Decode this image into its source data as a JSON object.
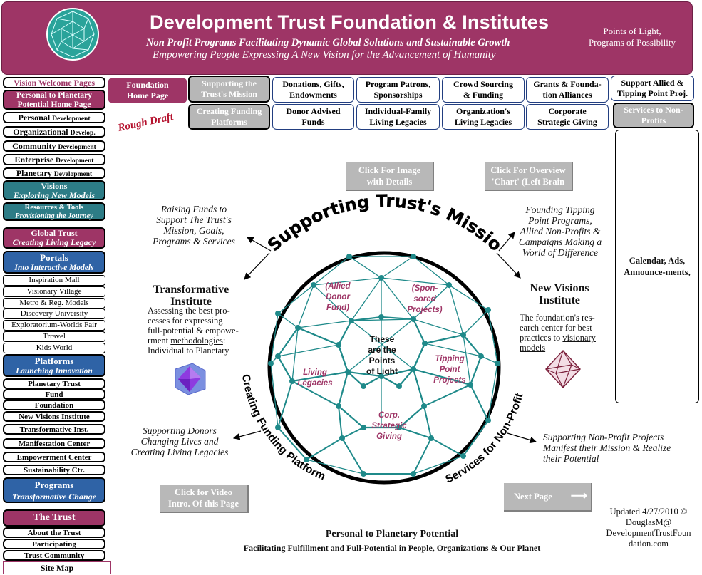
{
  "header": {
    "title": "Development Trust Foundation & Institutes",
    "subtitle1": "Non Profit Programs Facilitating Dynamic Global Solutions and Sustainable Growth",
    "subtitle2": "Empowering People Expressing A New Vision for the Advancement of Humanity",
    "right_line1": "Points of Light,",
    "right_line2": "Programs of Possibility"
  },
  "sidebar": {
    "vision_welcome": "Vision Welcome Pages",
    "personal_planetary_1": "Personal to Planetary",
    "personal_planetary_2": "Potential Home Page",
    "personal_dev": [
      "Personal",
      "Development"
    ],
    "organizational_dev": [
      "Organizational",
      "Develop."
    ],
    "community_dev": [
      "Community",
      "Development"
    ],
    "enterprise_dev": [
      "Enterprise",
      "Development"
    ],
    "planetary_dev": [
      "Planetary",
      "Development"
    ],
    "visions": [
      "Visions",
      "Exploring New Models"
    ],
    "resources": [
      "Resources & Tools",
      "Provisioning the Journey"
    ],
    "global_trust": [
      "Global Trust",
      "Creating Living Legacy"
    ],
    "portals": [
      "Portals",
      "Into Interactive Models"
    ],
    "portal_items": [
      "Inspiration Mall",
      "Visionary Village",
      "Metro & Reg. Models",
      "Discovery University",
      "Exploratorium-Worlds Fair",
      "Trravel",
      "Kids World"
    ],
    "platforms": [
      "Platforms",
      "Launching Innovation"
    ],
    "platform_items": [
      "Planetary Trust",
      "Fund",
      "Foundation",
      "New Visions Institute",
      "Transformative Inst.",
      "Manifestation Center",
      "Empowerment Center",
      "Sustainability Ctr."
    ],
    "programs": [
      "Programs",
      "Transformative Change"
    ],
    "the_trust": "The Trust",
    "trust_items": [
      "About the Trust",
      "Participating",
      "Trust Community"
    ],
    "site_map": "Site Map"
  },
  "topnav": {
    "foundation_home": [
      "Foundation",
      "Home Page"
    ],
    "supporting_mission": [
      "Supporting the",
      "Trust's Mission"
    ],
    "donations": [
      "Donations, Gifts,",
      "Endowments"
    ],
    "program_patrons": [
      "Program Patrons,",
      "Sponsorships"
    ],
    "crowd_sourcing": [
      "Crowd Sourcing",
      "& Funding"
    ],
    "grants": [
      "Grants & Founda-",
      "tion Alliances"
    ],
    "support_allied": [
      "Support Allied  &",
      "Tipping Point Proj."
    ],
    "creating_funding": [
      "Creating Funding",
      "Platforms"
    ],
    "donor_advised": [
      "Donor Advised",
      "Funds"
    ],
    "individual_family": [
      "Individual-Family",
      "Living Legacies"
    ],
    "organizations": [
      "Organization's",
      "Living Legacies"
    ],
    "corporate": [
      "Corporate",
      "Strategic Giving"
    ],
    "services": [
      "Services to Non-",
      "Profits"
    ]
  },
  "rough_draft": "Rough Draft",
  "right_panel": "Calendar, Ads, Announce-ments,",
  "buttons": {
    "click_image": [
      "Click For Image",
      "with Details"
    ],
    "click_overview": [
      "Click For Overview",
      "'Chart' (Left Brain"
    ],
    "click_video": [
      "Click for Video",
      "Intro. Of this Page"
    ],
    "next_page": "Next Page"
  },
  "diagram": {
    "arc_top": "Supporting Trust's Mission",
    "arc_left": "Creating Funding Platforms",
    "arc_right": "Services for Non-Profits",
    "center": [
      "These",
      "are the",
      "Points",
      "of Light"
    ],
    "allied": [
      "(Allied",
      "Donor",
      "Fund)"
    ],
    "sponsored": [
      "(Spon-",
      "sored",
      "Projects)"
    ],
    "tipping": [
      "Tipping",
      "Point",
      "Projects"
    ],
    "living": [
      "Living",
      "Legacies"
    ],
    "corp": [
      "Corp.",
      "Strategic",
      "Giving"
    ]
  },
  "annotations": {
    "raising_funds": [
      "Raising Funds to",
      "Support The Trust's",
      "Mission, Goals,",
      "Programs & Services"
    ],
    "founding_tipping": [
      "Founding Tipping",
      "Point Programs,",
      "Allied Non-Profits &",
      "Campaigns Making a",
      "World of Difference"
    ],
    "supporting_donors": [
      "Supporting Donors",
      "Changing Lives and",
      "Creating Living Legacies"
    ],
    "supporting_nonprofit": [
      "Supporting Non-Profit Projects",
      "Manifest their Mission & Realize",
      "their Potential"
    ]
  },
  "transformative": {
    "title": [
      "Transformative",
      "Institute"
    ],
    "body1": [
      "Assessing the best pro-",
      "cesses for expressing",
      "full-potential & empowe-"
    ],
    "body2_prefix": "rment ",
    "body2_link": "methodologies",
    "body2_suffix": ":",
    "body3": "Individual to Planetary"
  },
  "new_visions": {
    "title": [
      "New Visions",
      "Institute"
    ],
    "body1": [
      "The foundation's res-",
      "earch center for best"
    ],
    "body2_prefix": "practices to ",
    "body2_link": "visionary",
    "body3_link": "models"
  },
  "footer": {
    "title": "Personal to Planetary Potential",
    "subtitle": "Facilitating Fulfillment and Full-Potential in People, Organizations & Our Planet",
    "updated": [
      "Updated 4/27/2010 ©",
      "DouglasM@",
      "DevelopmentTrustFoun",
      "dation.com"
    ]
  },
  "colors": {
    "magenta": "#9e3566",
    "teal": "#1f8a8a",
    "blue": "#2f63a6",
    "gray_button": "#b8b8b8",
    "dark_teal": "#2d7c86"
  }
}
